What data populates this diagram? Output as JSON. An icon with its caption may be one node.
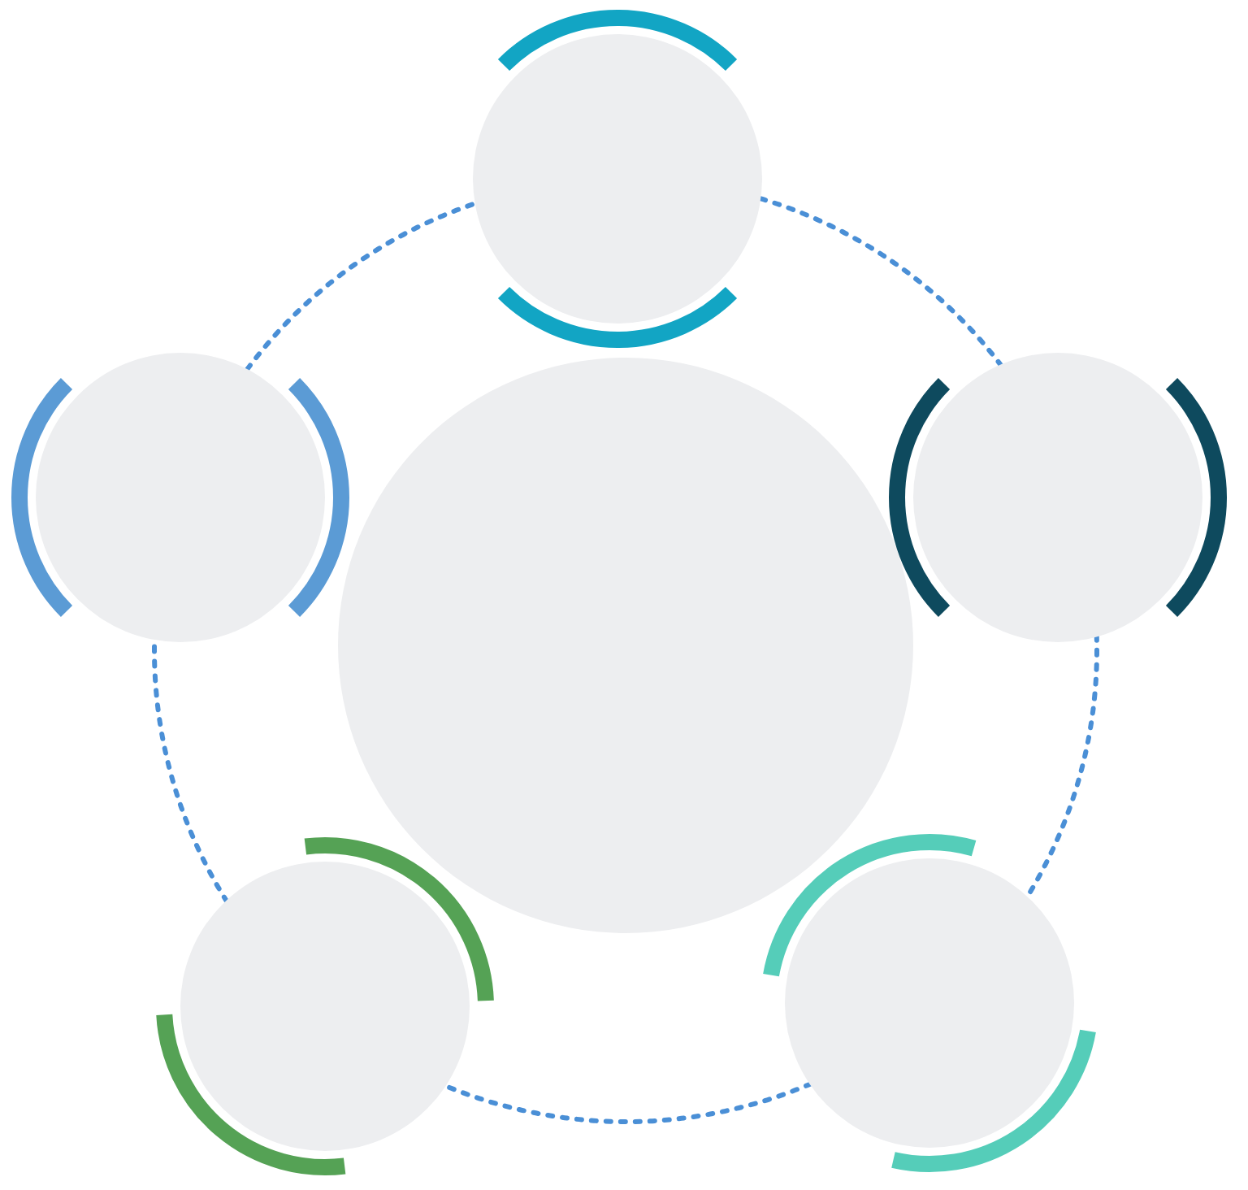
{
  "diagram": {
    "nodes": [
      {
        "text": [],
        "shape": "circle"
      },
      {
        "text": [],
        "shape": "circle"
      },
      {
        "text": [],
        "shape": "circle"
      },
      {
        "text": [],
        "shape": "circle"
      },
      {
        "text": [],
        "shape": "circle"
      },
      {
        "text": [],
        "shape": "circle"
      }
    ],
    "edges": [
      {
        "from": 1,
        "to": 3,
        "arrow": "none",
        "style": "dashed"
      },
      {
        "from": 3,
        "to": 5,
        "arrow": "none",
        "style": "dashed"
      },
      {
        "from": 5,
        "to": 4,
        "arrow": "none",
        "style": "dashed"
      },
      {
        "from": 4,
        "to": 2,
        "arrow": "none",
        "style": "dashed"
      },
      {
        "from": 2,
        "to": 1,
        "arrow": "none",
        "style": "dashed"
      }
    ]
  }
}
